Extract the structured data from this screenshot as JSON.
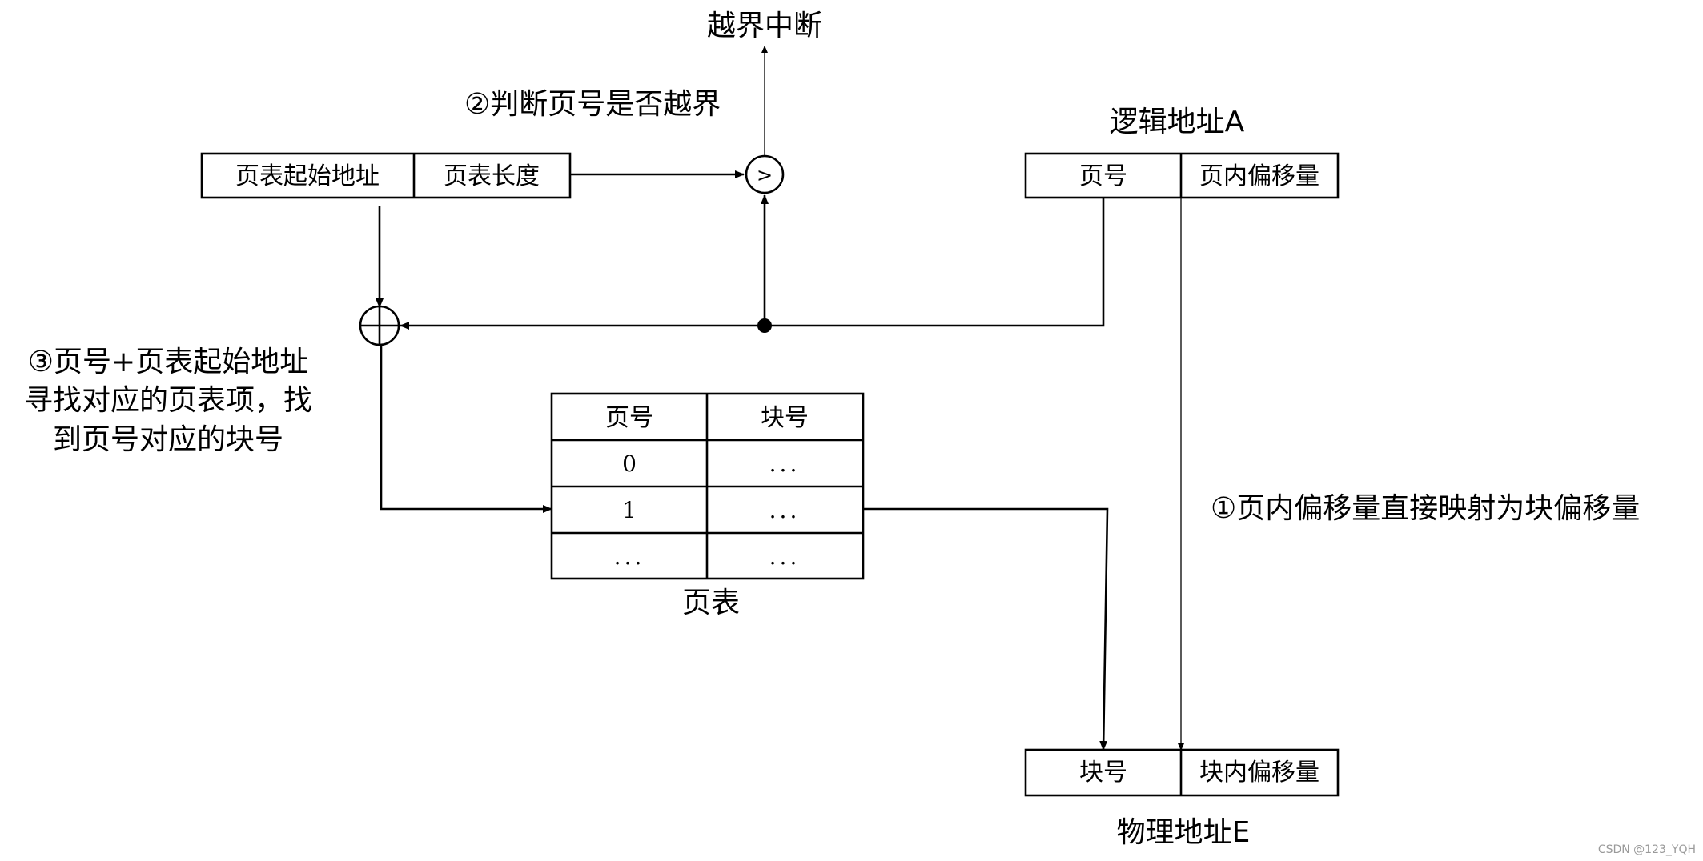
{
  "labels": {
    "overflow_interrupt": "越界中断",
    "step2": "②判断页号是否越界",
    "logical_address": "逻辑地址A",
    "step3_lines": [
      "③页号+页表起始地址",
      "寻找对应的页表项，找",
      "到页号对应的块号"
    ],
    "step1": "①页内偏移量直接映射为块偏移量",
    "page_table_caption": "页表",
    "physical_address": "物理地址E",
    "compare_symbol": ">",
    "watermark": "CSDN @123_YQH"
  },
  "ptr": {
    "start_address": "页表起始地址",
    "length": "页表长度"
  },
  "logical": {
    "page_number": "页号",
    "offset": "页内偏移量"
  },
  "physical": {
    "block_number": "块号",
    "offset": "块内偏移量"
  },
  "page_table": {
    "headers": [
      "页号",
      "块号"
    ],
    "rows": [
      [
        "0",
        "..."
      ],
      [
        "1",
        "..."
      ],
      [
        "...",
        "..."
      ]
    ]
  }
}
